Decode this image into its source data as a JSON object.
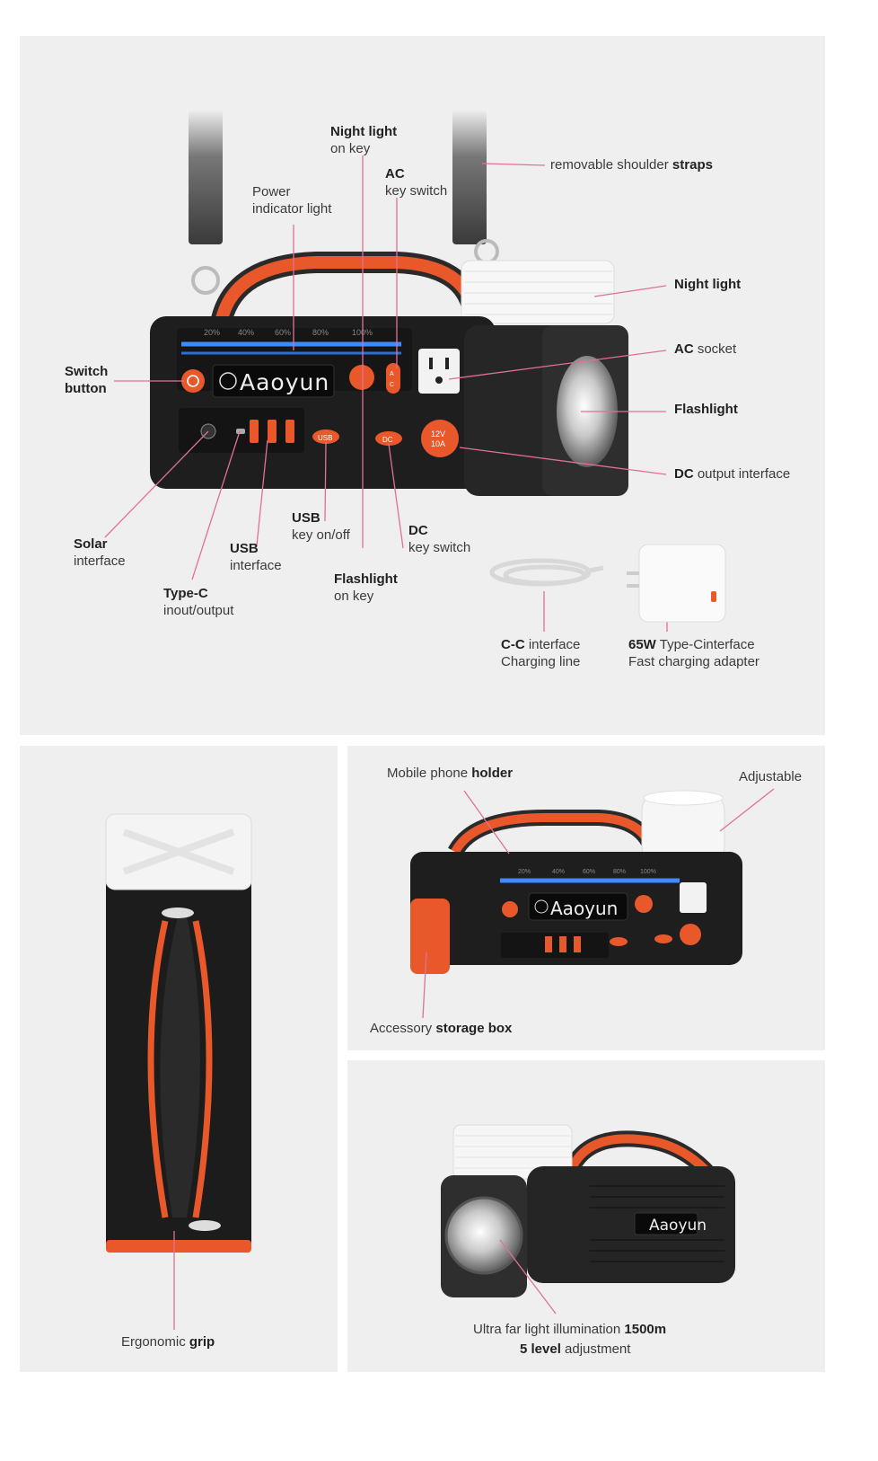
{
  "brand": "Aaoyun",
  "main": {
    "labels": {
      "night_light_key": {
        "bold": "Night light",
        "rest": "on key"
      },
      "ac_key": {
        "bold": "AC",
        "rest": "key switch"
      },
      "power_indicator": {
        "line1": "Power",
        "line2": "indicator light"
      },
      "straps": {
        "rest": "removable shoulder ",
        "bold": "straps"
      },
      "night_light": {
        "bold": "Night light"
      },
      "ac_socket": {
        "bold": "AC",
        "rest": " socket"
      },
      "flashlight": {
        "bold": "Flashlight"
      },
      "dc_output": {
        "bold": "DC",
        "rest": " output interface"
      },
      "switch_button": {
        "line1": "Switch",
        "line2": "button"
      },
      "solar": {
        "bold": "Solar",
        "rest": "interface"
      },
      "usb_interface": {
        "bold": "USB",
        "rest": "interface"
      },
      "usb_key": {
        "bold": "USB",
        "rest": "key on/off"
      },
      "dc_key": {
        "bold": "DC",
        "rest": "key switch"
      },
      "type_c": {
        "bold": "Type-C",
        "rest": "inout/output"
      },
      "flashlight_key": {
        "bold": "Flashlight",
        "rest": "on key"
      },
      "cc_line": {
        "bold": "C-C",
        "rest1": " interface",
        "rest2": "Charging line"
      },
      "adapter": {
        "bold": "65W",
        "rest1": " Type-Cinterface",
        "rest2": "Fast charging adapter"
      }
    },
    "device_text": {
      "percent": [
        "20%",
        "40%",
        "60%",
        "80%",
        "100%"
      ],
      "usb_btn": "USB",
      "dc_btn": "DC",
      "ac_btn": "A C",
      "dc_socket": "12V 10A"
    }
  },
  "grip_panel": {
    "rest": "Ergonomic ",
    "bold": "grip"
  },
  "holder_panel": {
    "phone_holder": {
      "rest": "Mobile phone ",
      "bold": "holder"
    },
    "adjustable": "Adjustable",
    "storage": {
      "rest": "Accessory ",
      "bold": "storage box"
    },
    "percent": [
      "20%",
      "40%",
      "60%",
      "80%",
      "100%"
    ]
  },
  "light_panel": {
    "line1_rest": "Ultra far light illumination ",
    "line1_bold": "1500m",
    "line2_bold": "5 level",
    "line2_rest": " adjustment"
  },
  "colors": {
    "accent": "#e8582a",
    "device": "#1e1e1e",
    "led": "#3d8bff",
    "leader": "#e0709a"
  }
}
